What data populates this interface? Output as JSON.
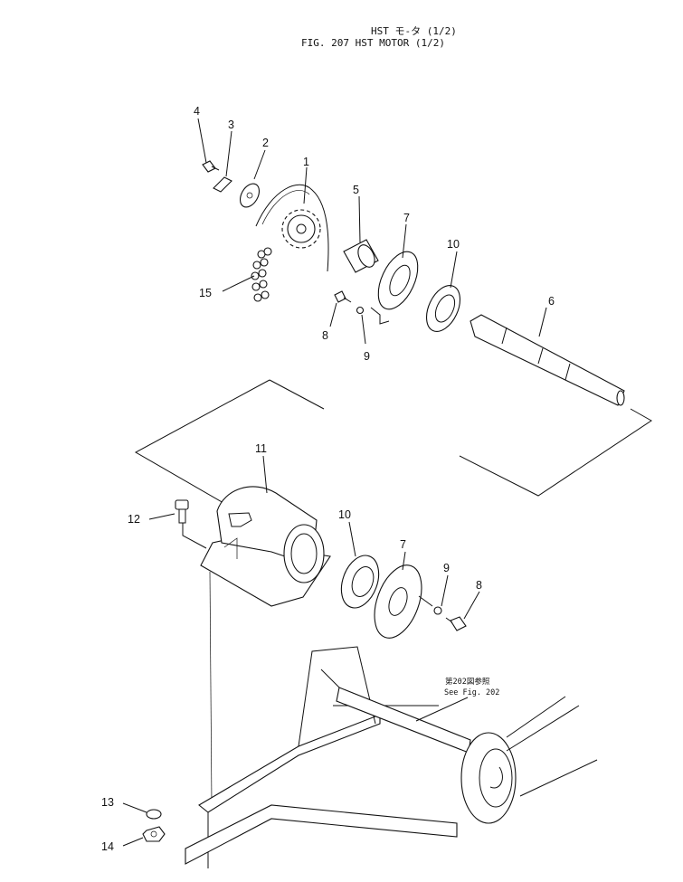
{
  "title": {
    "line1": "HST モ-タ (1/2)",
    "line2": "FIG. 207  HST MOTOR (1/2)"
  },
  "callouts": {
    "c1": "1",
    "c2": "2",
    "c3": "3",
    "c4": "4",
    "c5": "5",
    "c6": "6",
    "c7a": "7",
    "c7b": "7",
    "c8a": "8",
    "c8b": "8",
    "c9a": "9",
    "c9b": "9",
    "c10a": "10",
    "c10b": "10",
    "c11": "11",
    "c12": "12",
    "c13": "13",
    "c14": "14",
    "c15": "15"
  },
  "reference": {
    "jp": "第202図参照",
    "en": "See Fig. 202"
  }
}
